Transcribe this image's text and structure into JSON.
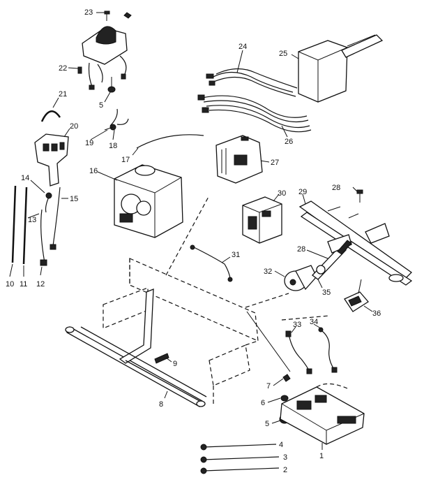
{
  "labels": {
    "l1": "1",
    "l2": "2",
    "l3": "3",
    "l4": "4",
    "l5": "5",
    "l6": "6",
    "l7": "7",
    "l8": "8",
    "l9": "9",
    "l10": "10",
    "l11": "11",
    "l12": "12",
    "l13": "13",
    "l14": "14",
    "l15": "15",
    "l16": "16",
    "l17": "17",
    "l18": "18",
    "l19": "19",
    "l20": "20",
    "l21": "21",
    "l22": "22",
    "l23": "23",
    "l24": "24",
    "l25": "25",
    "l26": "26",
    "l27": "27",
    "l28a": "28",
    "l28b": "28",
    "l29": "29",
    "l30": "30",
    "l31": "31",
    "l32": "32",
    "l33": "33",
    "l34": "34",
    "l35": "35",
    "l36": "36"
  }
}
